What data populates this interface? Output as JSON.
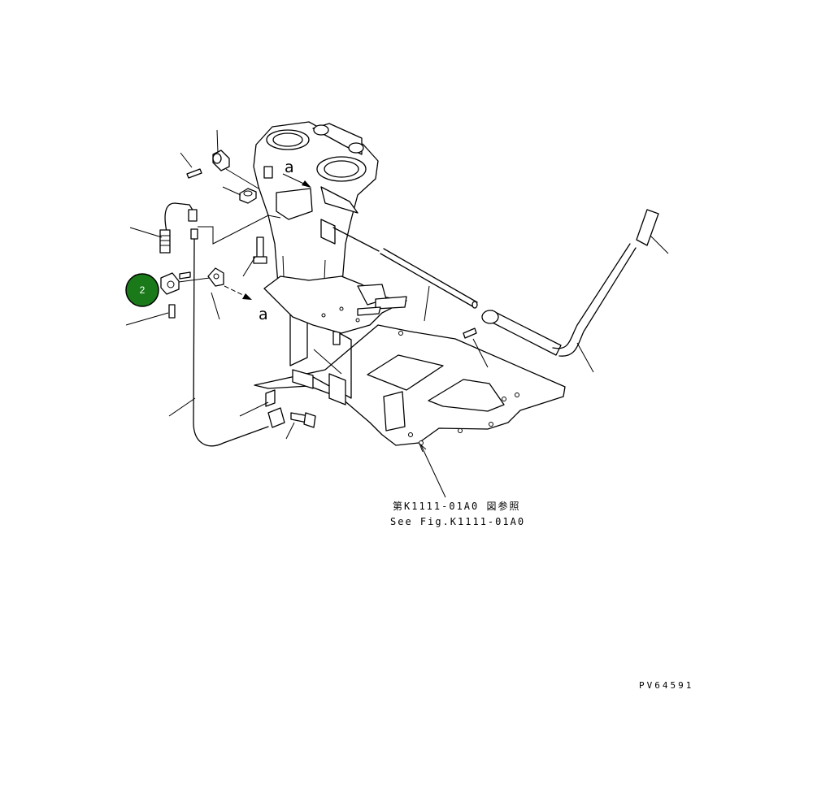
{
  "diagram": {
    "view_label_top": "a",
    "view_label_side": "a",
    "reference_jp": "第K1111-01A0 図参照",
    "reference_en": "See Fig.K1111-01A0",
    "figure_code": "PV64591",
    "callout": {
      "number": "2",
      "color": "#1a7a1a"
    }
  }
}
